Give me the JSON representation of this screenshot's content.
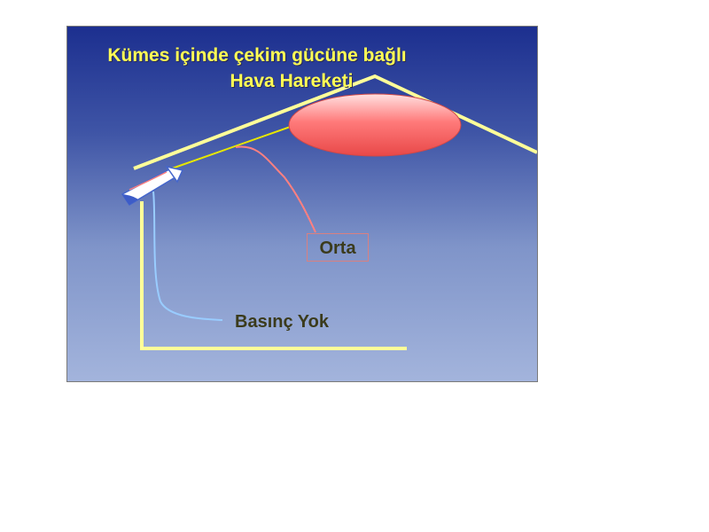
{
  "slide": {
    "title_line_1": "Kümes içinde çekim gücüne bağlı",
    "title_line_2": "Hava Hareketi"
  },
  "labels": {
    "orta": "Orta",
    "basinc_yok": "Basınç Yok"
  },
  "colors": {
    "wall_and_roof": "#ffff99",
    "title_text": "#ffff55",
    "heater": "#ff7070",
    "connector_line": "#ff8080",
    "airflow_curve": "#99ccff",
    "inlet_arrow": "#ffffff"
  },
  "icons": {
    "inlet": "air-inlet-arrow-icon",
    "heater": "heater-ellipse"
  }
}
